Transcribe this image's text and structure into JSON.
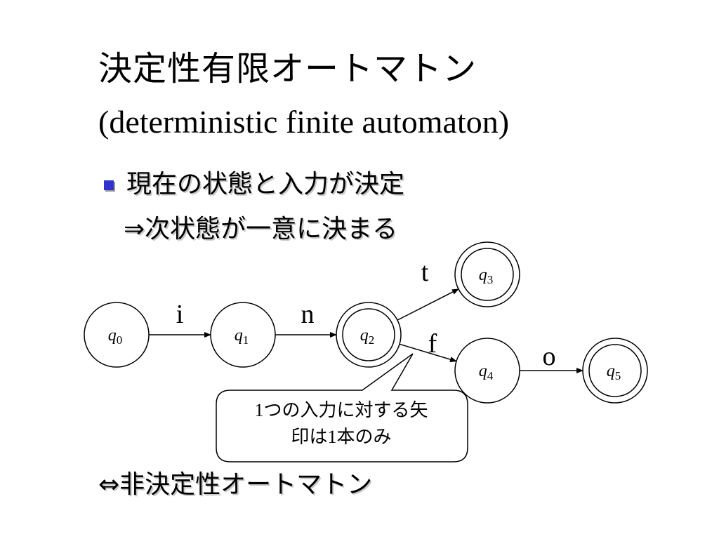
{
  "title": {
    "ja": "決定性有限オートマトン",
    "en": "(deterministic finite automaton)"
  },
  "bullet": {
    "line1": "現在の状態と入力が決定",
    "line2": "⇒次状態が一意に決まる"
  },
  "footer": "⇔非決定性オートマトン",
  "callout": {
    "line1_num": "1",
    "line1_text": "つの入力に対する矢",
    "line2_pre": "印は",
    "line2_num": "1",
    "line2_post": "本のみ"
  },
  "diagram": {
    "states": [
      {
        "id": "q0",
        "letter": "q",
        "sub": "0",
        "accepting": false
      },
      {
        "id": "q1",
        "letter": "q",
        "sub": "1",
        "accepting": false
      },
      {
        "id": "q2",
        "letter": "q",
        "sub": "2",
        "accepting": true
      },
      {
        "id": "q3",
        "letter": "q",
        "sub": "3",
        "accepting": true
      },
      {
        "id": "q4",
        "letter": "q",
        "sub": "4",
        "accepting": false
      },
      {
        "id": "q5",
        "letter": "q",
        "sub": "5",
        "accepting": true
      }
    ],
    "transitions": [
      {
        "from": "q0",
        "to": "q1",
        "label": "i"
      },
      {
        "from": "q1",
        "to": "q2",
        "label": "n"
      },
      {
        "from": "q2",
        "to": "q3",
        "label": "t"
      },
      {
        "from": "q2",
        "to": "q4",
        "label": "f"
      },
      {
        "from": "q4",
        "to": "q5",
        "label": "o"
      }
    ]
  }
}
